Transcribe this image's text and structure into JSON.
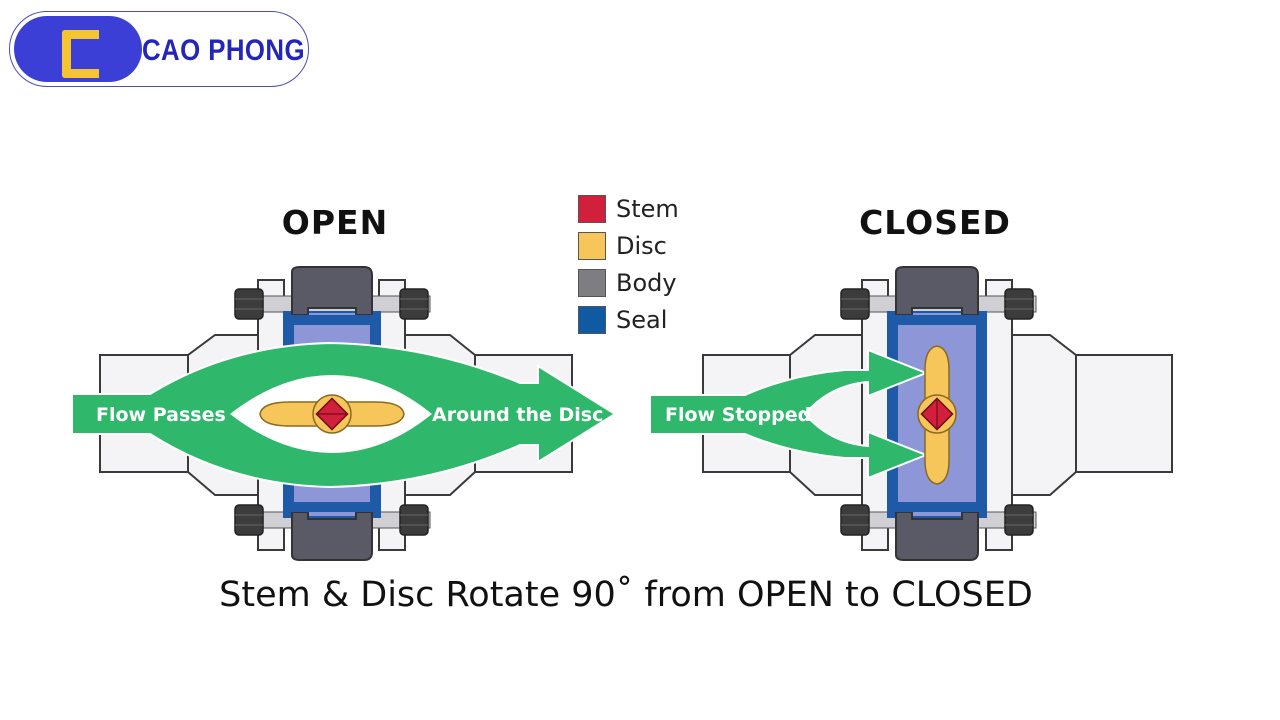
{
  "logo": {
    "text": "CAO PHONG"
  },
  "open": {
    "title": "OPEN",
    "flow_left": "Flow  Passes",
    "flow_right": "Around the Disc"
  },
  "closed": {
    "title": "CLOSED",
    "flow_left": "Flow  Stopped"
  },
  "legend": [
    {
      "label": "Stem",
      "color": "#d21f3c"
    },
    {
      "label": "Disc",
      "color": "#f7c65b"
    },
    {
      "label": "Body",
      "color": "#7d7d82"
    },
    {
      "label": "Seal",
      "color": "#0f5aa3"
    }
  ],
  "caption": "Stem & Disc Rotate 90˚ from OPEN to CLOSED",
  "colors": {
    "flow": "#2fb86b",
    "pipe_outline": "#3a3a3a",
    "seal_fill": "#8d96d6",
    "seal_dark": "#1f5aa8",
    "body": "#5a5a66"
  },
  "icons": {
    "logo_mark": "letter-c-icon",
    "bolt": "hex-bolt-icon"
  }
}
